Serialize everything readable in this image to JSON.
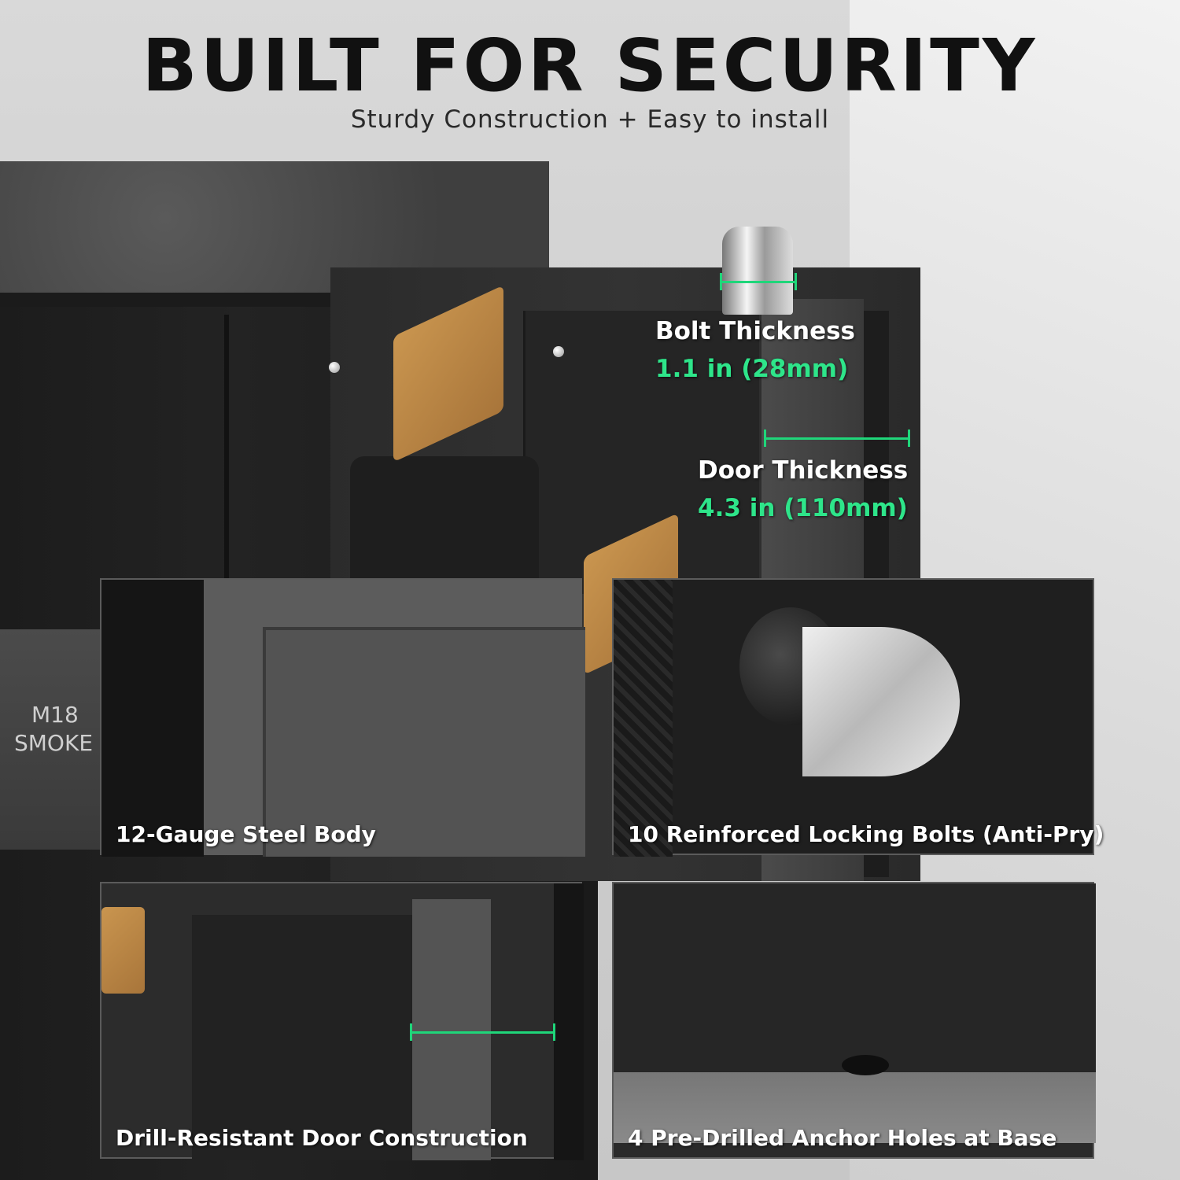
{
  "header": {
    "title": "BUILT FOR SECURITY",
    "subtitle": "Sturdy Construction + Easy to install"
  },
  "specs": {
    "bolt": {
      "label": "Bolt Thickness",
      "value": "1.1 in (28mm)"
    },
    "door": {
      "label": "Door Thickness",
      "value": "4.3 in (110mm)"
    }
  },
  "features": [
    {
      "label": "12-Gauge Steel Body"
    },
    {
      "label": "10 Reinforced Locking Bolts (Anti-Pry)"
    },
    {
      "label": "Drill-Resistant Door Construction"
    },
    {
      "label": "4 Pre-Drilled Anchor Holes at Base"
    }
  ],
  "grenade": {
    "line1": "M18",
    "line2": "SMOKE"
  },
  "colors": {
    "accent": "#2ee58a",
    "title": "#111111",
    "label": "#ffffff"
  }
}
